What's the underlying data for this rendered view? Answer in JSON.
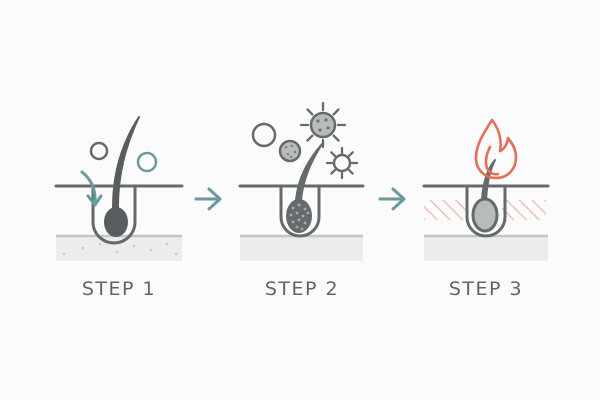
{
  "steps": [
    {
      "label": "STEP 1"
    },
    {
      "label": "STEP 2"
    },
    {
      "label": "STEP 3"
    }
  ],
  "colors": {
    "line": "#656b6c",
    "follicle_fill": "#b8bbbc",
    "bulb_fill": "#585e5f",
    "ground": "#ececec",
    "ground_line": "#c4c6c6",
    "accent_teal": "#6b9a9d",
    "flame": "#e46e5a",
    "heat_hatch": "#f0c0b6",
    "label": "#5f6566"
  },
  "icons": {
    "step1": [
      "teal-arrow-icon",
      "bubble-icon"
    ],
    "step2": [
      "bubble-icon",
      "spotted-bubble-icon",
      "bacteria-icon",
      "virus-icon"
    ],
    "step3": [
      "flame-icon",
      "heat-hatch"
    ],
    "between": [
      "arrow-right-icon"
    ]
  }
}
